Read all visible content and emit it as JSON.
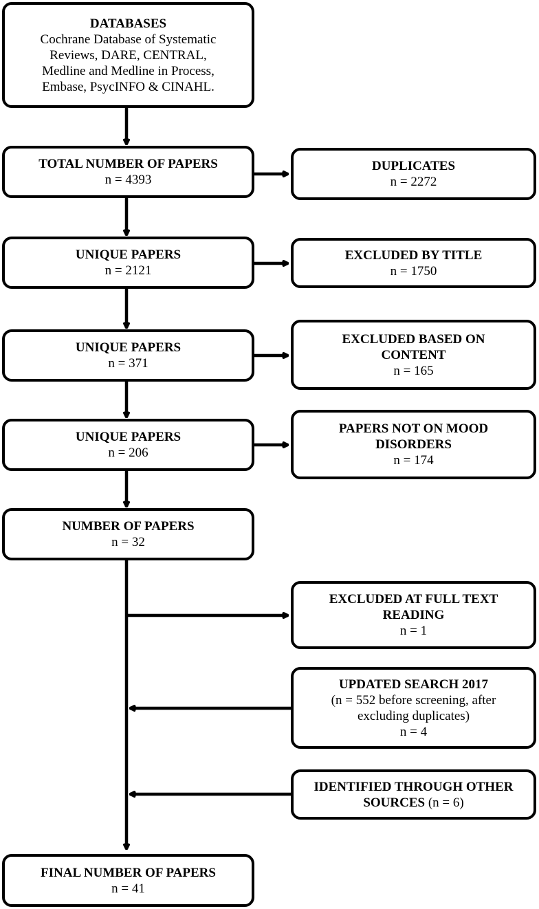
{
  "boxes": {
    "databases": {
      "title": "DATABASES",
      "lines": [
        "Cochrane Database of Systematic",
        "Reviews, DARE, CENTRAL,",
        "Medline and Medline in Process,",
        "Embase, PsycINFO & CINAHL."
      ]
    },
    "total": {
      "title": "TOTAL NUMBER OF PAPERS",
      "value": "n = 4393"
    },
    "duplicates": {
      "title": "DUPLICATES",
      "value": "n = 2272"
    },
    "unique1": {
      "title": "UNIQUE PAPERS",
      "value": "n = 2121"
    },
    "excluded_title": {
      "title": "EXCLUDED BY TITLE",
      "value": "n = 1750"
    },
    "unique2": {
      "title": "UNIQUE PAPERS",
      "value": "n = 371"
    },
    "excluded_content": {
      "title_line1": "EXCLUDED BASED ON",
      "title_line2": "CONTENT",
      "value": "n = 165"
    },
    "unique3": {
      "title": "UNIQUE PAPERS",
      "value": "n = 206"
    },
    "not_mood": {
      "title_line1": "PAPERS NOT ON MOOD",
      "title_line2": "DISORDERS",
      "value": "n = 174"
    },
    "number": {
      "title": "NUMBER OF PAPERS",
      "value": "n = 32"
    },
    "full_text": {
      "title_line1": "EXCLUDED AT FULL TEXT",
      "title_line2": "READING",
      "value": "n = 1"
    },
    "updated": {
      "title": "UPDATED SEARCH 2017",
      "line1": "(n = 552 before screening, after",
      "line2": "excluding duplicates)",
      "value": "n = 4"
    },
    "other": {
      "title_line1": "IDENTIFIED THROUGH OTHER",
      "title_line2": "SOURCES",
      "value_inline": "(n = 6)"
    },
    "final": {
      "title": "FINAL NUMBER OF PAPERS",
      "value": "n = 41"
    }
  }
}
